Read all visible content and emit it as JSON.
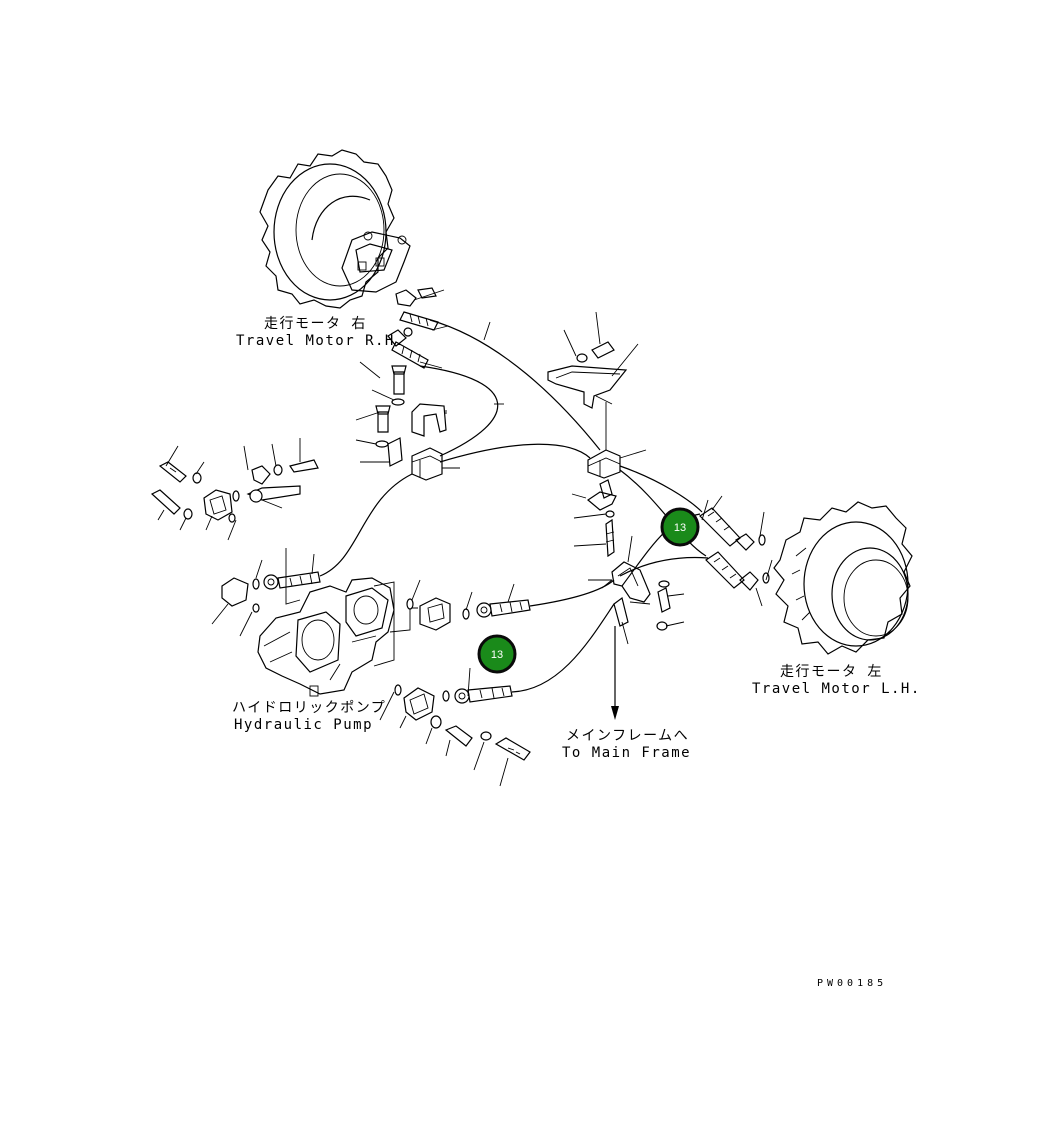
{
  "labels": {
    "travel_motor_rh_jp": "走行モータ 右",
    "travel_motor_rh_en": "Travel Motor R.H.",
    "travel_motor_lh_jp": "走行モータ 左",
    "travel_motor_lh_en": "Travel Motor L.H.",
    "hydraulic_pump_jp": "ハイドロリックポンプ",
    "hydraulic_pump_en": "Hydraulic Pump",
    "main_frame_jp": "メインフレームへ",
    "main_frame_en": "To Main Frame",
    "drawing_code": "PW00185"
  },
  "callouts": [
    {
      "number": "13"
    },
    {
      "number": "13"
    }
  ],
  "colors": {
    "callout_fill": "#1a8a1a",
    "callout_ring": "#0a0a0a",
    "line": "#000000"
  }
}
